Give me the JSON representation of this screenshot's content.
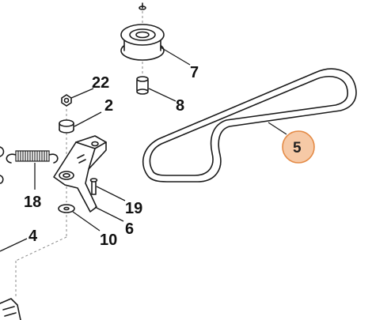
{
  "callouts": {
    "p22": "22",
    "p2": "2",
    "p7": "7",
    "p8": "8",
    "p5": "5",
    "p18": "18",
    "p19": "19",
    "p6": "6",
    "p10": "10",
    "p4": "4"
  },
  "colors": {
    "highlight_fill": "#f6c9a6",
    "highlight_stroke": "#e48a45"
  }
}
